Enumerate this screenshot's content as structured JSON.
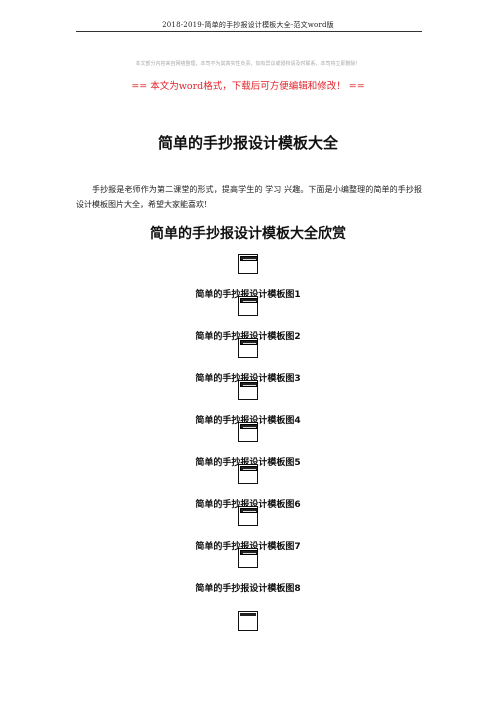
{
  "header": {
    "title": "2018-2019-简单的手抄报设计模板大全-范文word版"
  },
  "disclaimer": "本文部分内容来自网络整理，本司不为其真实性负责，如有异议或侵权请及时联系，本司将立即删除！",
  "notice": "== 本文为word格式，下载后可方便编辑和修改！ ==",
  "document": {
    "title": "简单的手抄报设计模板大全",
    "intro": "手抄报是老师作为第二课堂的形式，提高学生的 学习 兴趣。下面是小编整理的简单的手抄报设计模板图片大全，希望大家能喜欢!",
    "section_title": "简单的手抄报设计模板大全欣赏",
    "figures": [
      {
        "caption": "简单的手抄报设计模板图1"
      },
      {
        "caption": "简单的手抄报设计模板图2"
      },
      {
        "caption": "简单的手抄报设计模板图3"
      },
      {
        "caption": "简单的手抄报设计模板图4"
      },
      {
        "caption": "简单的手抄报设计模板图5"
      },
      {
        "caption": "简单的手抄报设计模板图6"
      },
      {
        "caption": "简单的手抄报设计模板图7"
      },
      {
        "caption": "简单的手抄报设计模板图8"
      }
    ]
  }
}
